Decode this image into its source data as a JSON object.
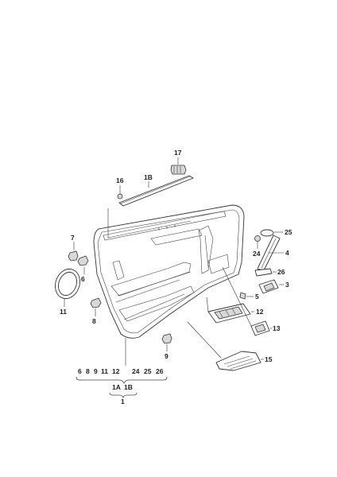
{
  "callouts": {
    "c17": "17",
    "c16": "16",
    "c1B_top": "1B",
    "c25": "25",
    "c7": "7",
    "c24": "24",
    "c4": "4",
    "c6": "6",
    "c26": "26",
    "c3": "3",
    "c11": "11",
    "c5": "5",
    "c12": "12",
    "c8": "8",
    "c13": "13",
    "c9": "9",
    "c15": "15",
    "c1": "1"
  },
  "group_bottom": [
    "6",
    "8",
    "9",
    "11",
    "12",
    "24",
    "25",
    "26"
  ],
  "group_mid": [
    "1A",
    "1B"
  ]
}
